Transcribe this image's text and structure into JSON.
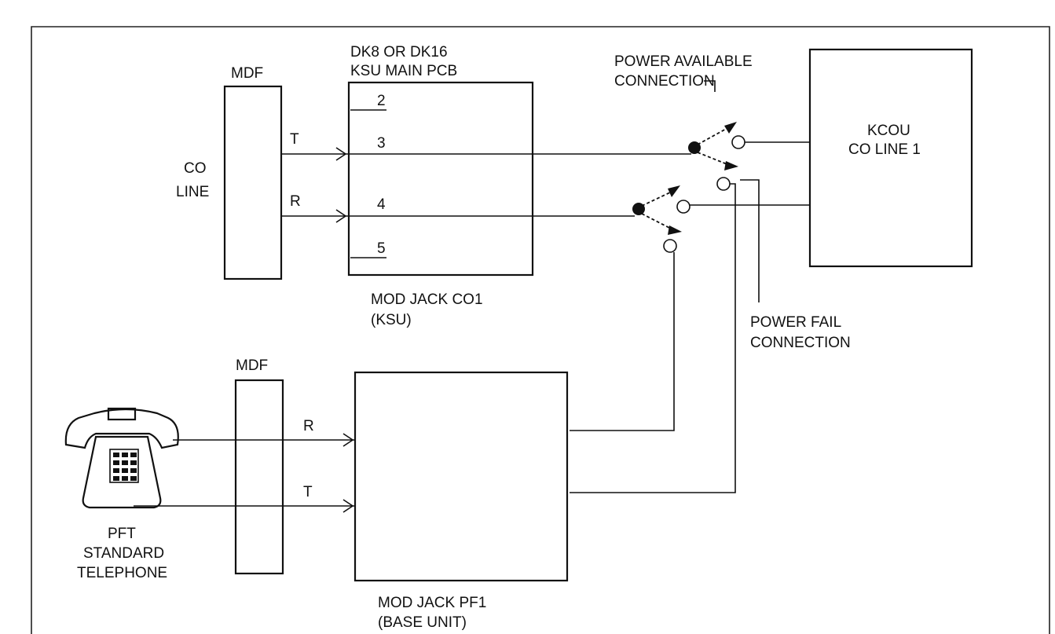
{
  "labels": {
    "mdf_top": "MDF",
    "co_line_1": "CO",
    "co_line_2": "LINE",
    "tip_top": "T",
    "ring_top": "R",
    "ksu_title_1": "DK8 OR DK16",
    "ksu_title_2": "KSU MAIN PCB",
    "pin_2": "2",
    "pin_3": "3",
    "pin_4": "4",
    "pin_5": "5",
    "modjack_co1_1": "MOD JACK CO1",
    "modjack_co1_2": "(KSU)",
    "power_available_1": "POWER AVAILABLE",
    "power_available_2": "CONNECTION",
    "kcou_1": "KCOU",
    "kcou_2": "CO LINE 1",
    "power_fail_1": "POWER FAIL",
    "power_fail_2": "CONNECTION",
    "mdf_bottom": "MDF",
    "ring_bottom": "R",
    "tip_bottom": "T",
    "pft_1": "PFT",
    "pft_2": "STANDARD",
    "pft_3": "TELEPHONE",
    "modjack_pf1_1": "MOD JACK PF1",
    "modjack_pf1_2": "(BASE UNIT)"
  },
  "icons": {
    "telephone": "desk-telephone-icon"
  }
}
